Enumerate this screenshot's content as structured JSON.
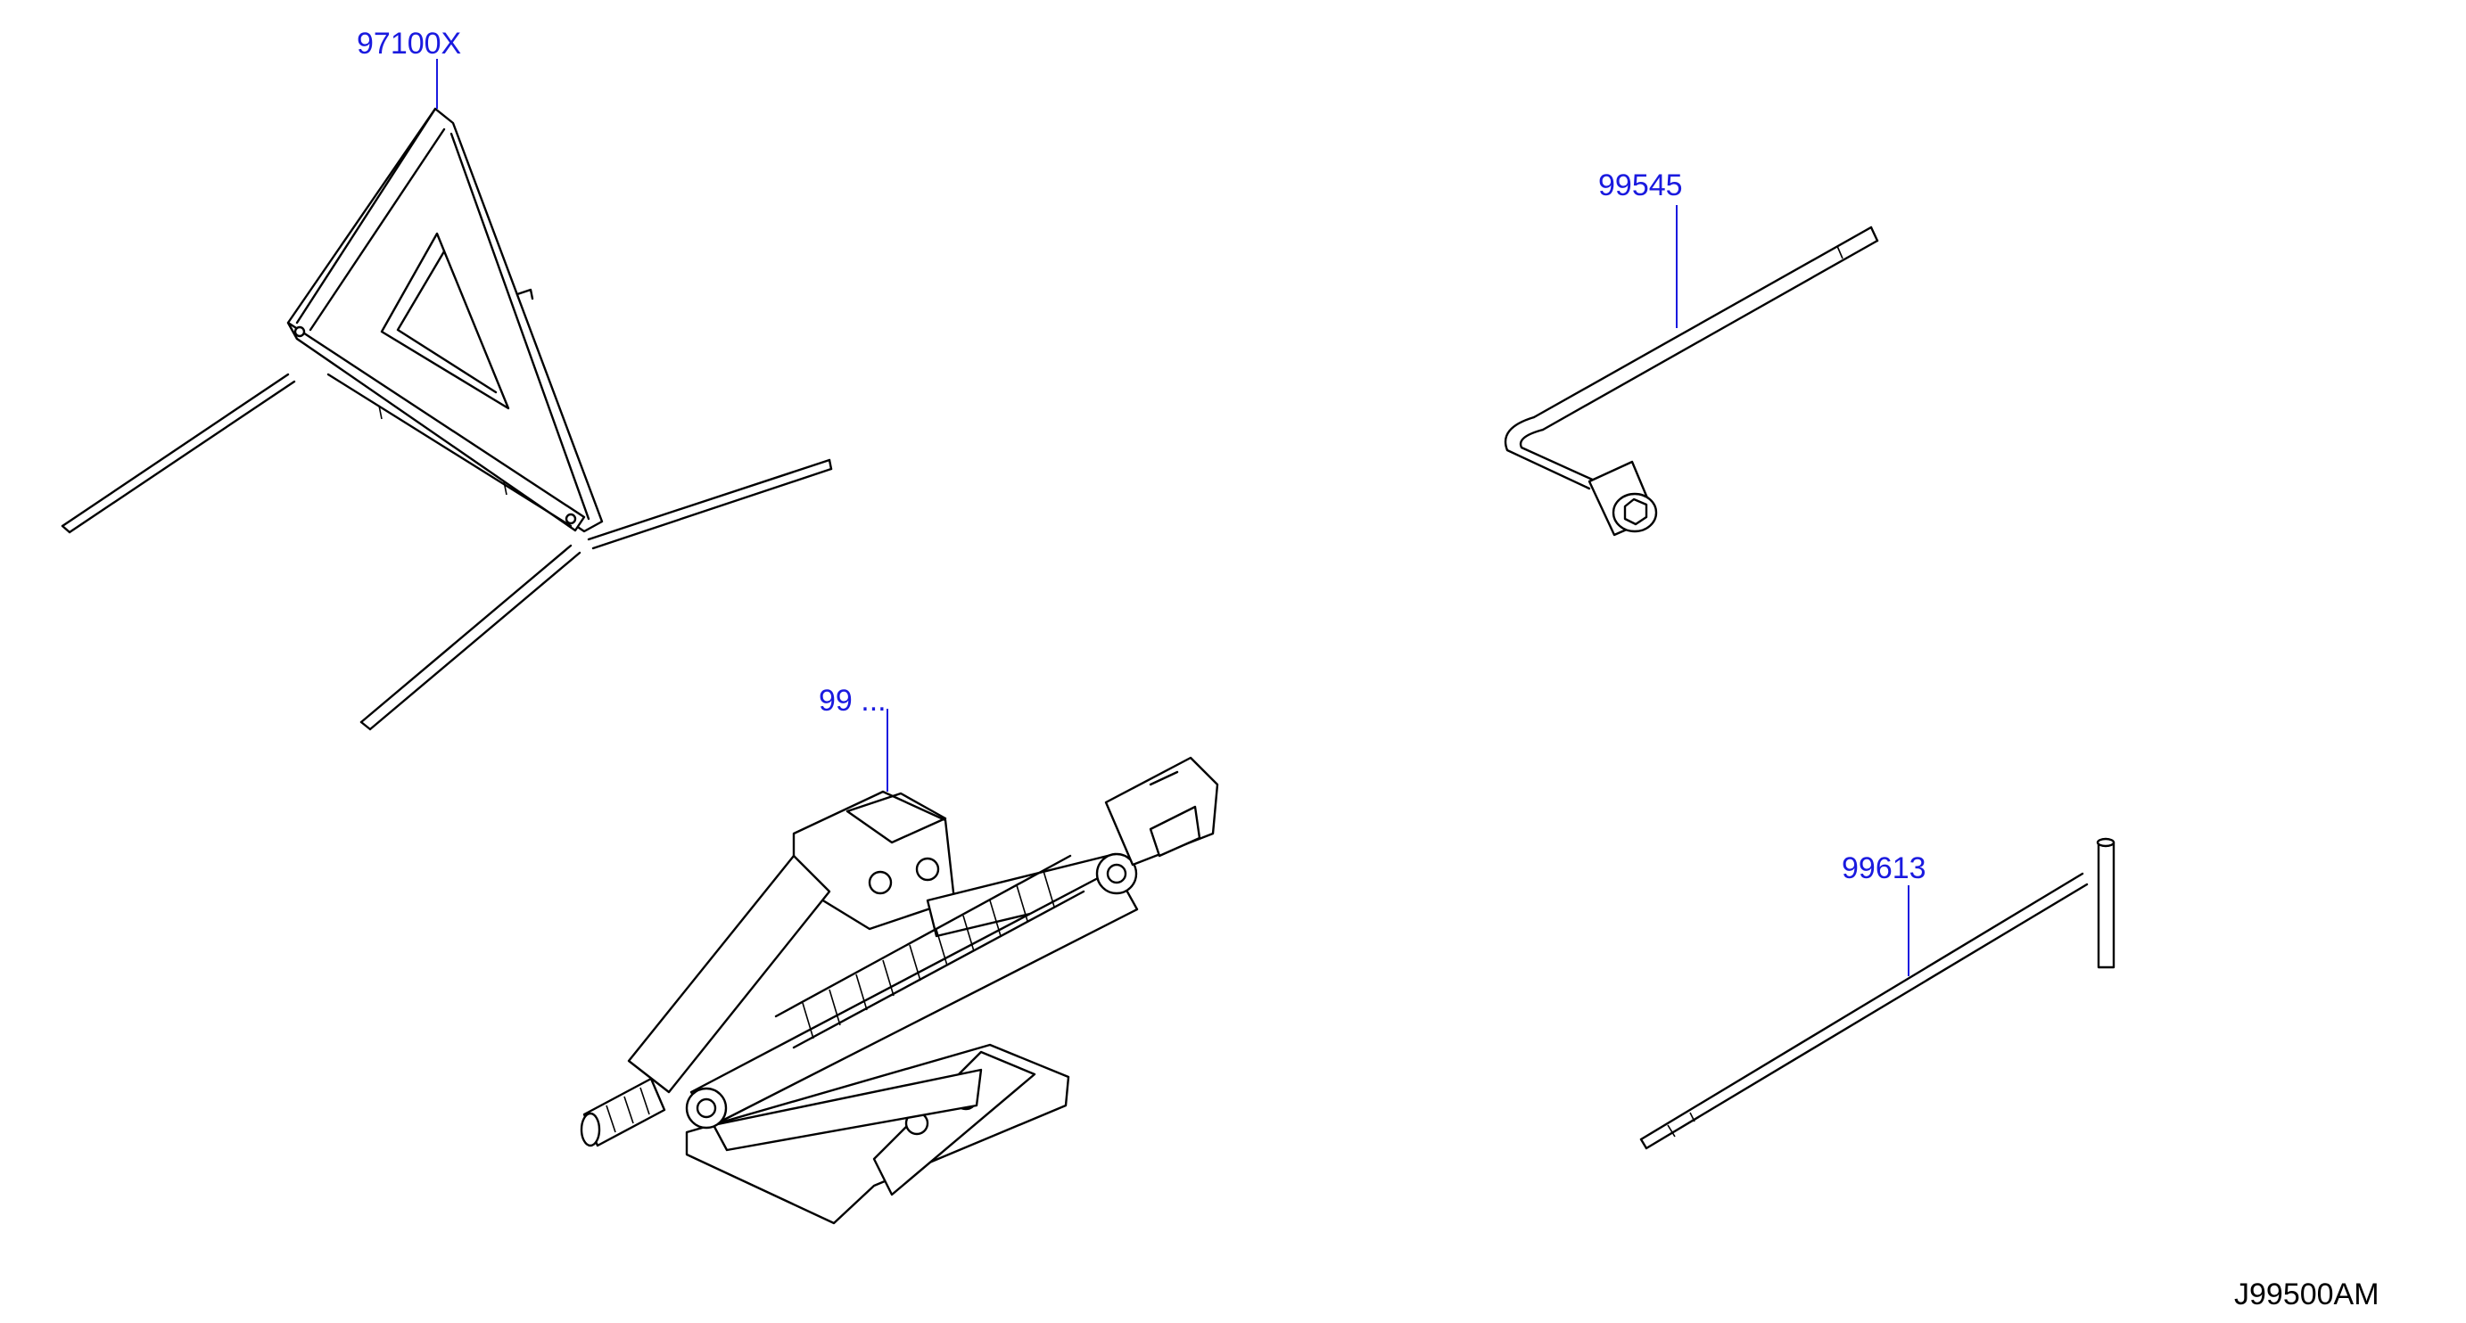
{
  "callouts": {
    "triangle": "97100X",
    "wrench": "99545",
    "jack": "99 ... ",
    "jack_handle": "99613"
  },
  "diagram_code": "J99500AM",
  "colors": {
    "callout_text": "#1a1adf",
    "line_art": "#000000",
    "background": "#ffffff"
  }
}
